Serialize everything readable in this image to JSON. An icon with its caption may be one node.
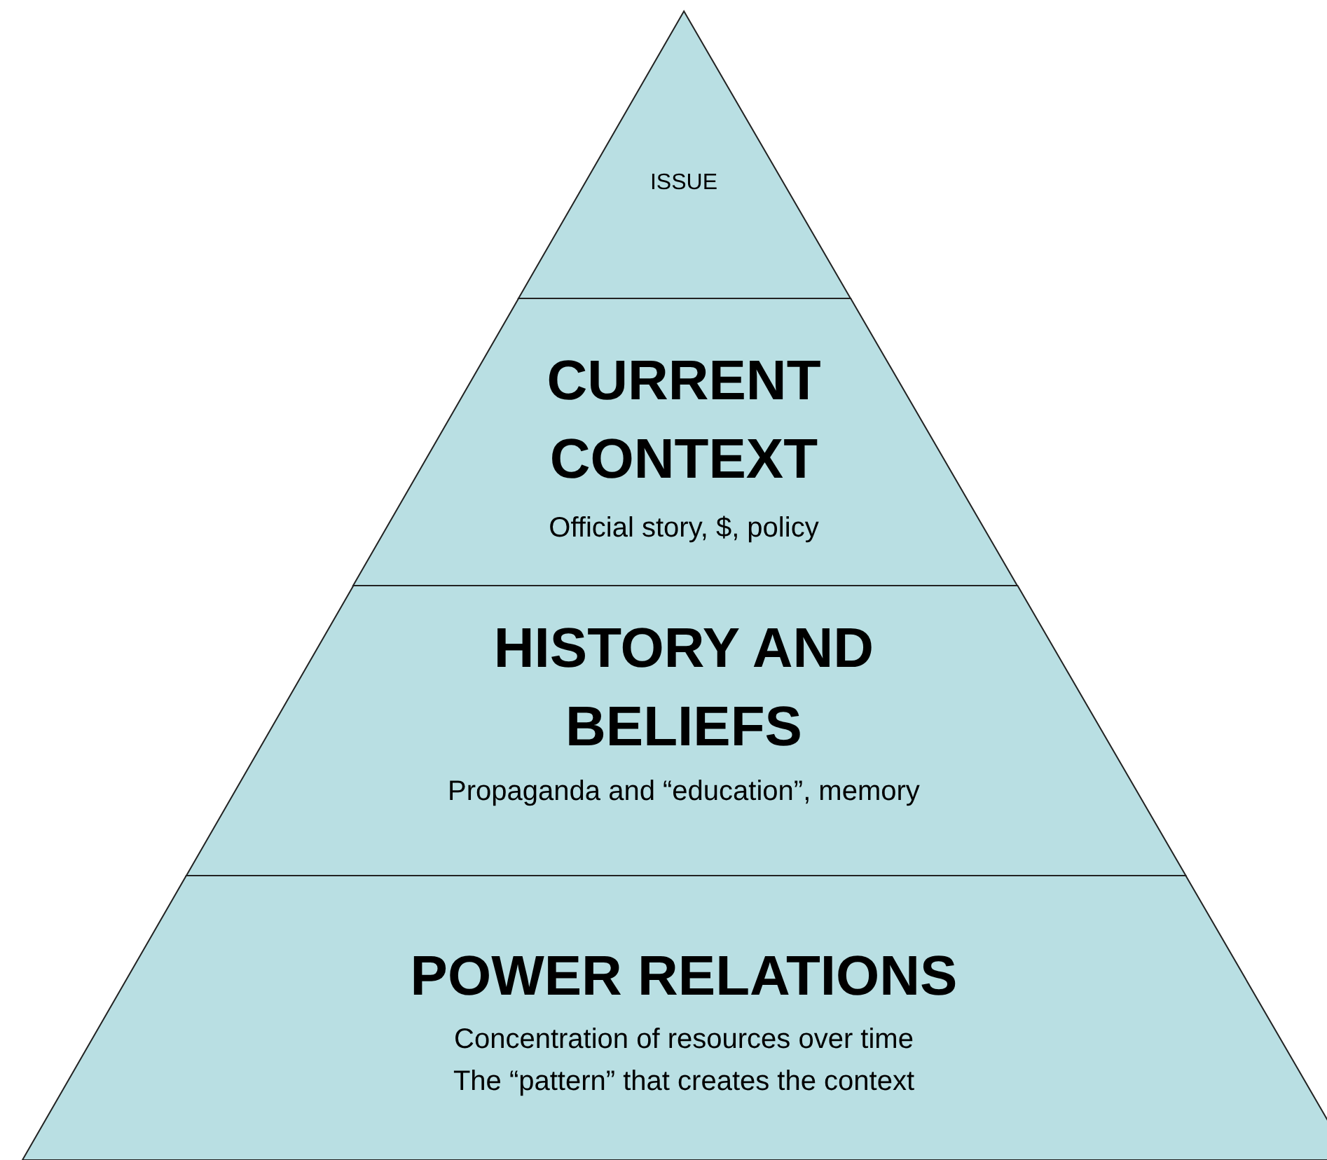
{
  "diagram": {
    "nodes": [
      {
        "text": [
          "ISSUE"
        ]
      },
      {
        "text": [
          "CURRENT CONTEXT",
          "Official story, $, policy"
        ]
      },
      {
        "text": [
          "HISTORY AND BELIEFS",
          "Propaganda and “education”, memory"
        ]
      },
      {
        "text": [
          "POWER RELATIONS",
          "Concentration of resources over time",
          "The “pattern” that creates the context"
        ]
      }
    ]
  }
}
